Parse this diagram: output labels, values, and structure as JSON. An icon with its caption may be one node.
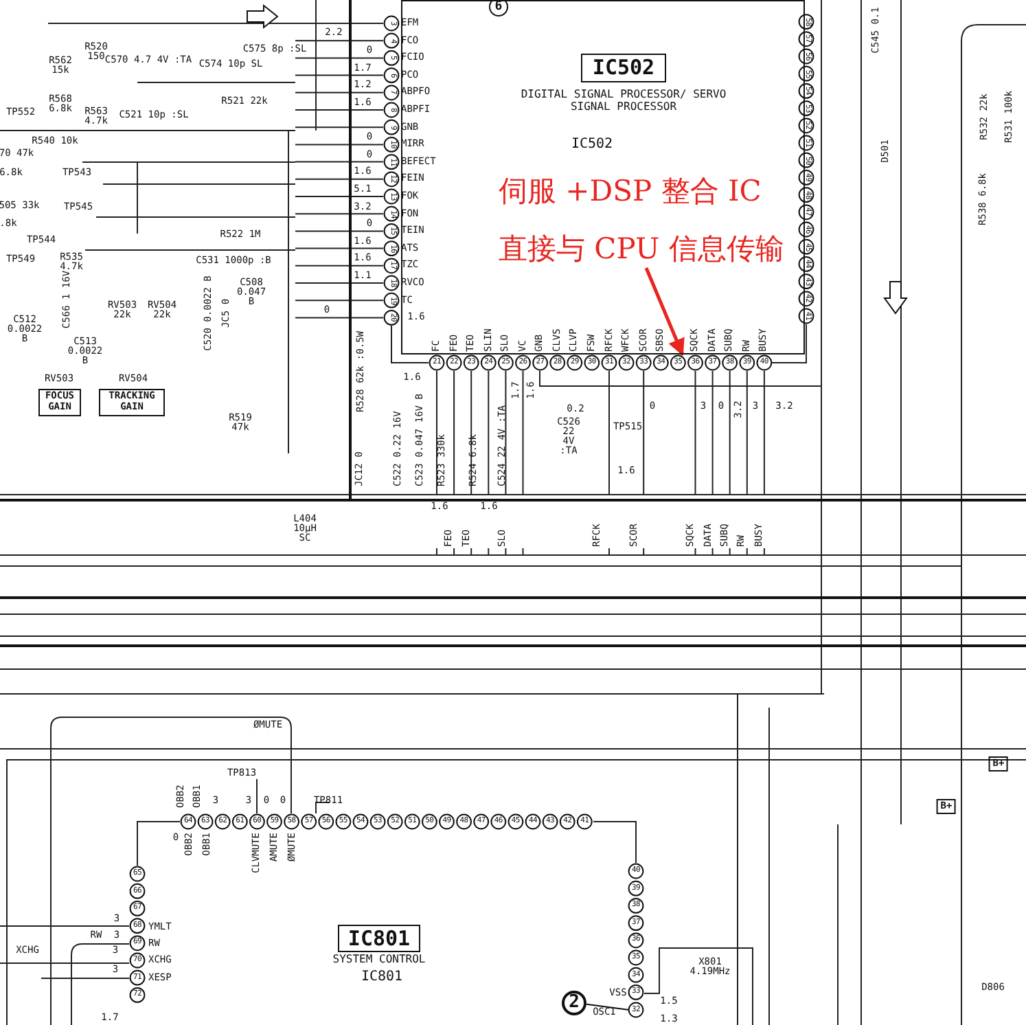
{
  "diagram": {
    "nodes": [
      {
        "text": [
          "DIGITAL SIGNAL PROCESSOR/ SERVO SIGNAL PROCESSOR",
          "IC502"
        ]
      },
      {
        "text": [
          "IC502"
        ],
        "in": 0
      },
      {
        "text": [
          "伺服 +DSP 整合 IC",
          "直接与 CPU 信息传输"
        ],
        "in": 0
      },
      {
        "text": [
          "FOCUS GAIN"
        ],
        "beside": [
          "RV503"
        ]
      },
      {
        "text": [
          "TRACKING GAIN"
        ],
        "beside": [
          "RV504"
        ]
      },
      {
        "text": [
          "IC801"
        ]
      },
      {
        "text": [
          "SYSTEM CONTROL",
          "IC801"
        ]
      },
      {
        "text": [
          "2"
        ]
      },
      {
        "text": [
          "32"
        ]
      }
    ],
    "edges": [
      {
        "from": 2,
        "to": 0,
        "arrow": "to",
        "style": "thick",
        "color": "#e8251f"
      },
      {
        "from": 7,
        "to": 8,
        "arrow": "none",
        "color": "#111111"
      }
    ],
    "labels": [
      "3",
      "4",
      "5",
      "6",
      "7",
      "8",
      "9",
      "10",
      "11",
      "12",
      "13",
      "14",
      "15",
      "16",
      "17",
      "18",
      "19",
      "20",
      "EFM",
      "FCO",
      "FCIO",
      "PCO",
      "ABPFO",
      "ABPFI",
      "GNB",
      "MIRR",
      "BEFECT",
      "FEIN",
      "FOK",
      "FON",
      "TEIN",
      "ATS",
      "TZC",
      "RVCO",
      "TC",
      "21",
      "22",
      "23",
      "24",
      "25",
      "26",
      "27",
      "28",
      "29",
      "30",
      "31",
      "32",
      "33",
      "34",
      "35",
      "36",
      "37",
      "38",
      "39",
      "40",
      "FC",
      "FEO",
      "TEO",
      "SLIN",
      "SLO",
      "VC",
      "GNB",
      "CLVS",
      "CLVP",
      "FSW",
      "RFCK",
      "WFCK",
      "SCOR",
      "SBSO",
      "SQCK",
      "DATA",
      "SUBQ",
      "RW",
      "BUSY",
      "41",
      "42",
      "43",
      "44",
      "45",
      "46",
      "47",
      "48",
      "49",
      "50",
      "51",
      "52",
      "53",
      "54",
      "55",
      "56",
      "57",
      "58",
      "64",
      "63",
      "62",
      "61",
      "60",
      "59",
      "58",
      "57",
      "56",
      "55",
      "54",
      "53",
      "52",
      "51",
      "50",
      "49",
      "48",
      "47",
      "46",
      "45",
      "44",
      "43",
      "42",
      "41",
      "65",
      "66",
      "67",
      "68",
      "69",
      "70",
      "71",
      "72",
      "40",
      "39",
      "38",
      "37",
      "36",
      "35",
      "34",
      "33",
      "6",
      "R562 15k",
      "R520 150",
      "C570 4.7 4V :TA",
      "C575 8p :SL",
      "C574 10p SL",
      "R568 6.8k",
      "R563 4.7k",
      "C521 10p :SL",
      "R521 22k",
      "TP552",
      "R540 10k",
      "70 47k",
      "6.8k",
      "TP543",
      "505 33k",
      "TP545",
      ".8k",
      "TP544",
      "TP549",
      "R535 4.7k",
      "R522 1M",
      "C531 1000p :B",
      "C508 0.047 B",
      "C566 1 16V",
      "C512 0.0022 B",
      "C513 0.0022 B",
      "RV503 22k",
      "RV504 22k",
      "C520 0.0022 B",
      "JC5 0",
      "R519 47k",
      "R528 62k :0.5W",
      "2.2",
      "0",
      "1.7",
      "1.2",
      "1.6",
      "0",
      "0",
      "1.6",
      "5.1",
      "3.2",
      "0",
      "1.6",
      "1.6",
      "1.1",
      "0",
      "1.6",
      "C545 0.1",
      "D501",
      "R532 22k",
      "R531 100k",
      "R538 6.8k",
      "1.6",
      "1.7",
      "1.6",
      "0.2",
      "TP515",
      "0",
      "3",
      "0",
      "3.2",
      "3",
      "3.2",
      "C526 22 4V :TA",
      "1.6",
      "JC12 0",
      "C522 0.22 16V",
      "C523 0.047 16V B",
      "R523 330k",
      "R524 6.8k",
      "C524 22 4V :TA",
      "1.6",
      "1.6",
      "L404 10μH SC",
      "FEO",
      "TEO",
      "SLO",
      "RFCK",
      "SCOR",
      "SQCK",
      "DATA",
      "SUBQ",
      "RW",
      "BUSY",
      "B+",
      "B+",
      "ØMUTE",
      "TP813",
      "OBB2",
      "OBB1",
      "3",
      "3",
      "0",
      "0",
      "TP811",
      "0",
      "OBB2",
      "OBB1",
      "CLVMUTE",
      "AMUTE",
      "ØMUTE",
      "3",
      "RW",
      "3",
      "XCHG",
      "3",
      "3",
      "YMLT",
      "RW",
      "XCHG",
      "XESP",
      "1.7",
      "X801 4.19MHz",
      "D806",
      "VSS",
      "OSCI",
      "1.5",
      "1.3"
    ]
  }
}
